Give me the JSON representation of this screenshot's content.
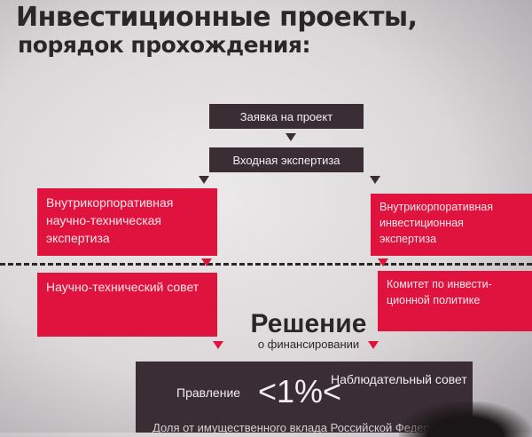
{
  "title": {
    "line1": "Инвестиционные проекты,",
    "line2": "порядок прохождения:"
  },
  "steps": {
    "application": "Заявка на проект",
    "entry_review": "Входная экспертиза"
  },
  "left_branch": {
    "review": "Внутрикорпоративная научно-техническая экспертиза",
    "council": "Научно-технический совет"
  },
  "right_branch": {
    "review": "Внутрикорпоративная инвестиционная экспертиза",
    "committee": "Комитет по инвести-ционной политике"
  },
  "decision": {
    "title": "Решение",
    "subtitle": "о финансировании"
  },
  "bottom": {
    "board": "Правление",
    "share": "<1%<",
    "supervisory": "Наблюдательный совет",
    "footnote": "Доля от имущественного вклада Российской Федерации"
  },
  "colors": {
    "dark": "#3a2d33",
    "accent_red": "#e0133f",
    "background": "#e6e2e4"
  }
}
